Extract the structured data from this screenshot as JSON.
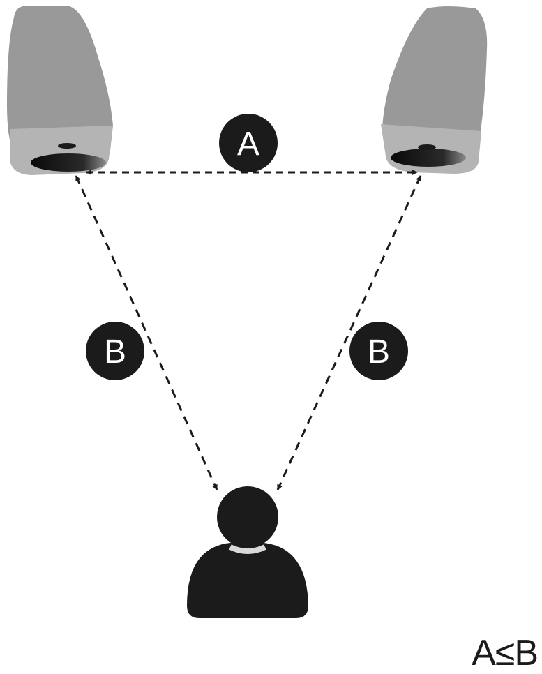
{
  "labels": {
    "a": "A",
    "b_left": "B",
    "b_right": "B"
  },
  "rule": "A≤B",
  "colors": {
    "speaker_body": "#999999",
    "speaker_base": "#b4b4b4",
    "badge": "#1b1b1b",
    "listener": "#1b1b1b",
    "collar": "#d9d9d9"
  }
}
